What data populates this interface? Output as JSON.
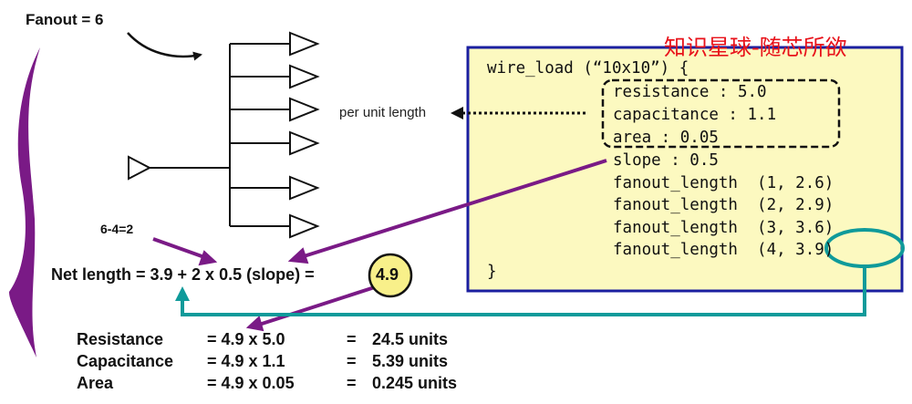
{
  "fanout_label": "Fanout = 6",
  "watermark": "知识星球-随芯所欲",
  "per_unit_label": "per unit length",
  "diff_label": "6-4=2",
  "net_length": {
    "prefix": "Net length = 3.9 + 2 x 0.5 (slope) = ",
    "result": "4.9"
  },
  "code": {
    "header": "wire_load (“10x10”) {",
    "resistance": "resistance : 5.0",
    "capacitance": "capacitance : 1.1",
    "area": "area : 0.05",
    "slope": "slope : 0.5",
    "fanout_lines": [
      "fanout_length  (1, 2.6)",
      "fanout_length  (2, 2.9)",
      "fanout_length  (3, 3.6)",
      "fanout_length  (4, 3.9)"
    ],
    "closing": "}"
  },
  "calc_rows": [
    {
      "label": "Resistance",
      "expr": "= 4.9 x 5.0",
      "eq": "=",
      "value": "24.5 units"
    },
    {
      "label": "Capacitance",
      "expr": "= 4.9 x 1.1",
      "eq": "=",
      "value": "5.39 units"
    },
    {
      "label": "Area",
      "expr": "= 4.9 x 0.05",
      "eq": "=",
      "value": "0.245 units"
    }
  ],
  "colors": {
    "purple_arrow": "#7a1a86",
    "teal_arrow": "#0f9a9a",
    "box_fill": "#fcf9c0",
    "box_border": "#1b1fa0",
    "circle_fill": "#f8f08a"
  }
}
